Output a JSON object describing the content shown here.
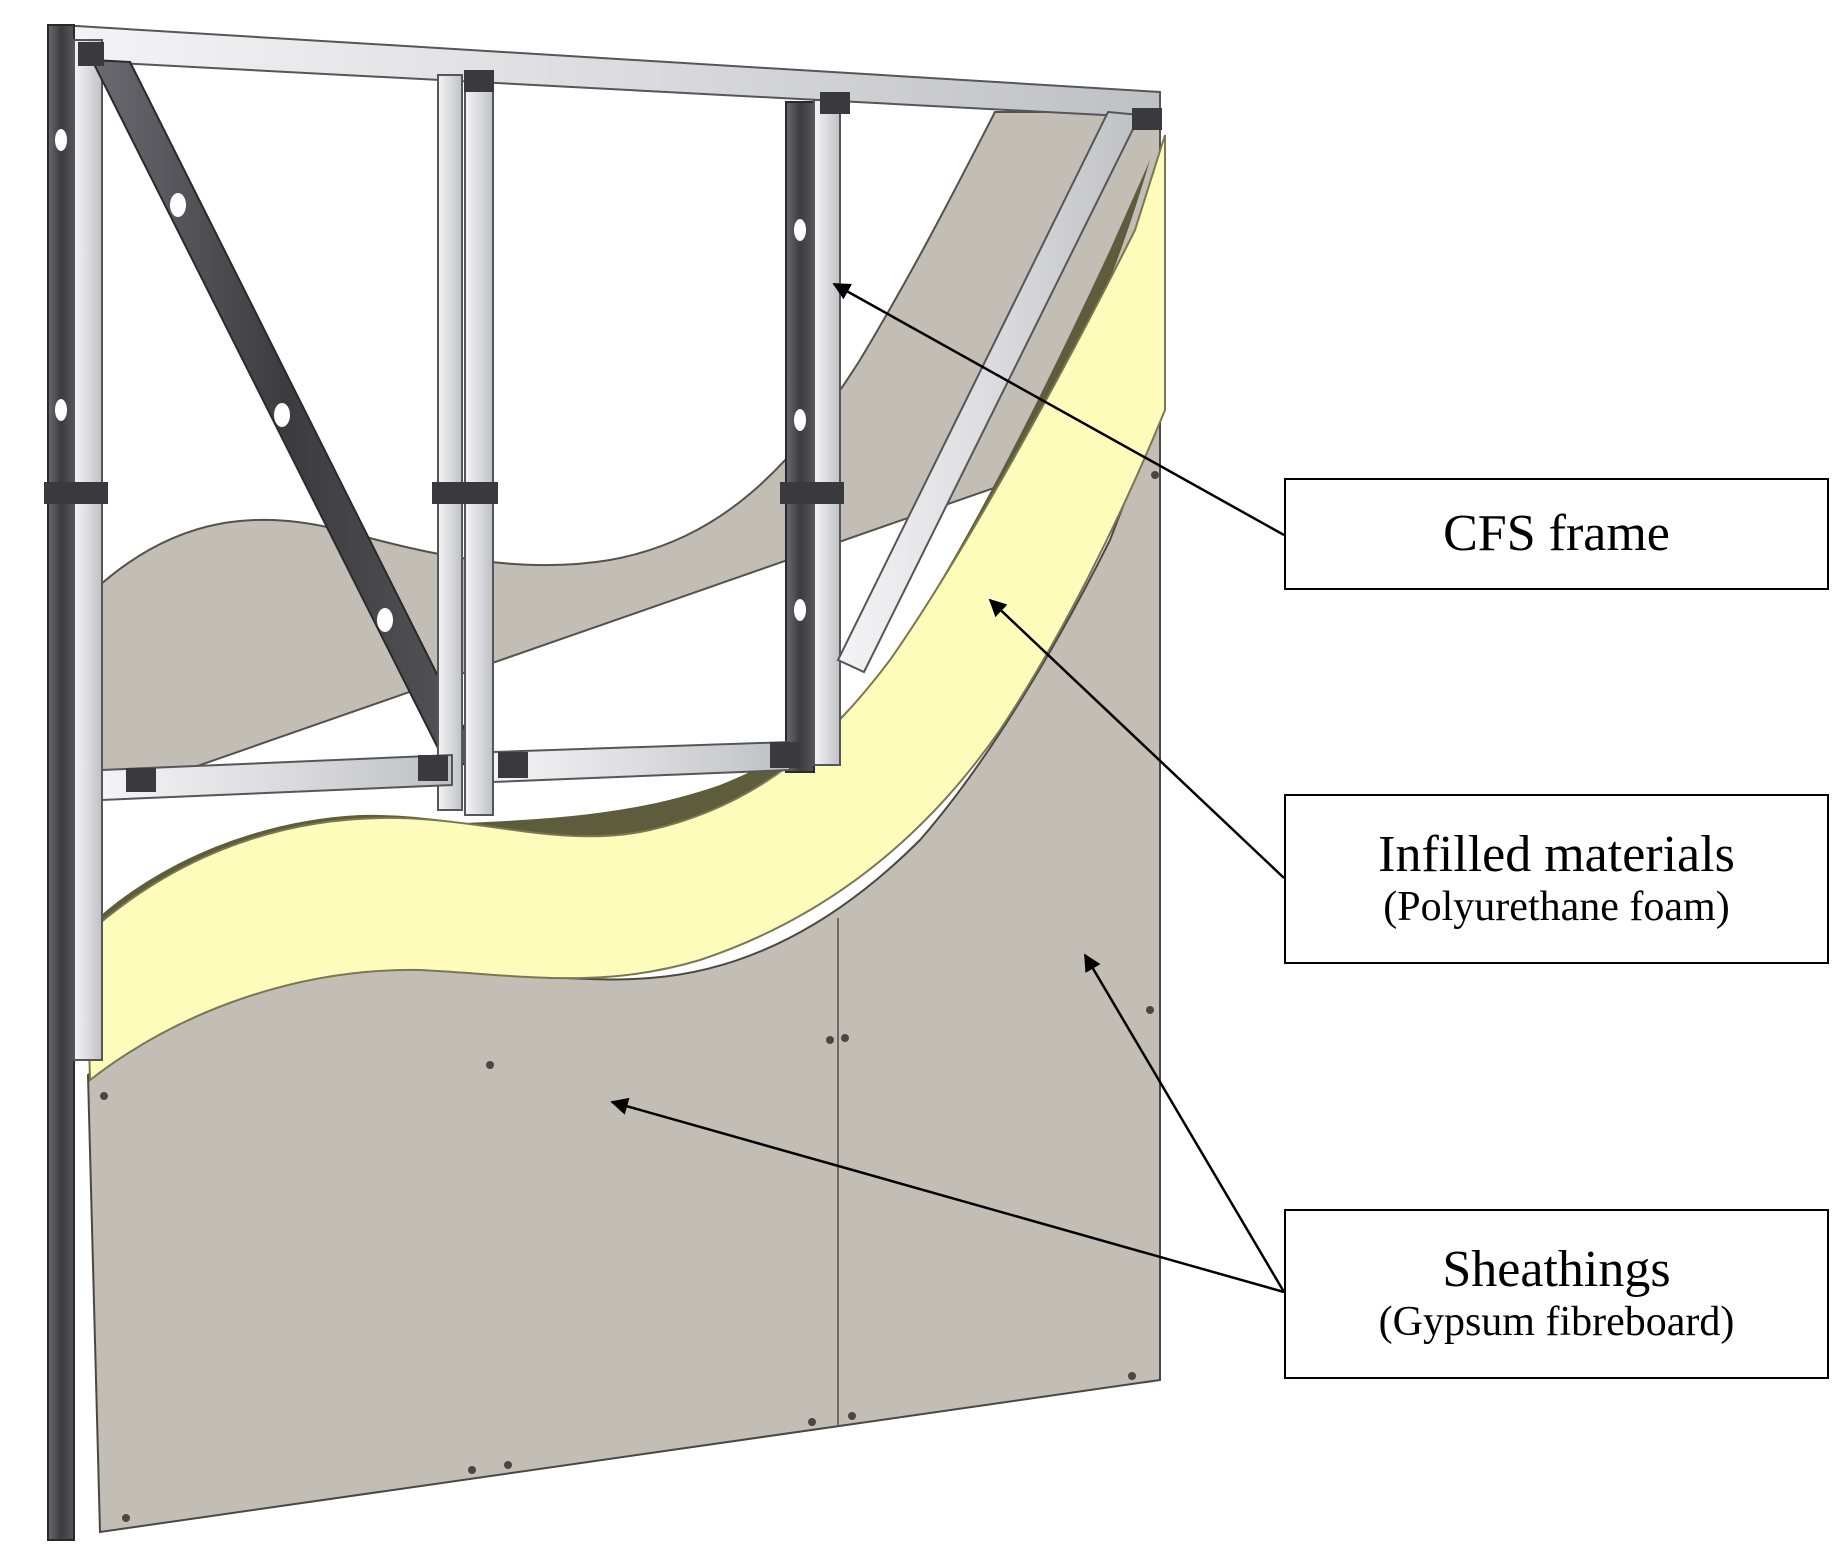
{
  "labels": {
    "cfs_frame": {
      "title": "CFS frame"
    },
    "infill": {
      "title": "Infilled materials",
      "subtitle": "(Polyurethane foam)"
    },
    "sheathing": {
      "title": "Sheathings",
      "subtitle": "(Gypsum fibreboard)"
    }
  },
  "colors": {
    "sheathing": "#c2bdb5",
    "sheathing_dark": "#a9a49c",
    "foam": "#fdfcbb",
    "foam_side": "#5d5c3c",
    "frame_light": "#e9e9ec",
    "frame_dark": "#45454a",
    "arrow": "#000000"
  }
}
